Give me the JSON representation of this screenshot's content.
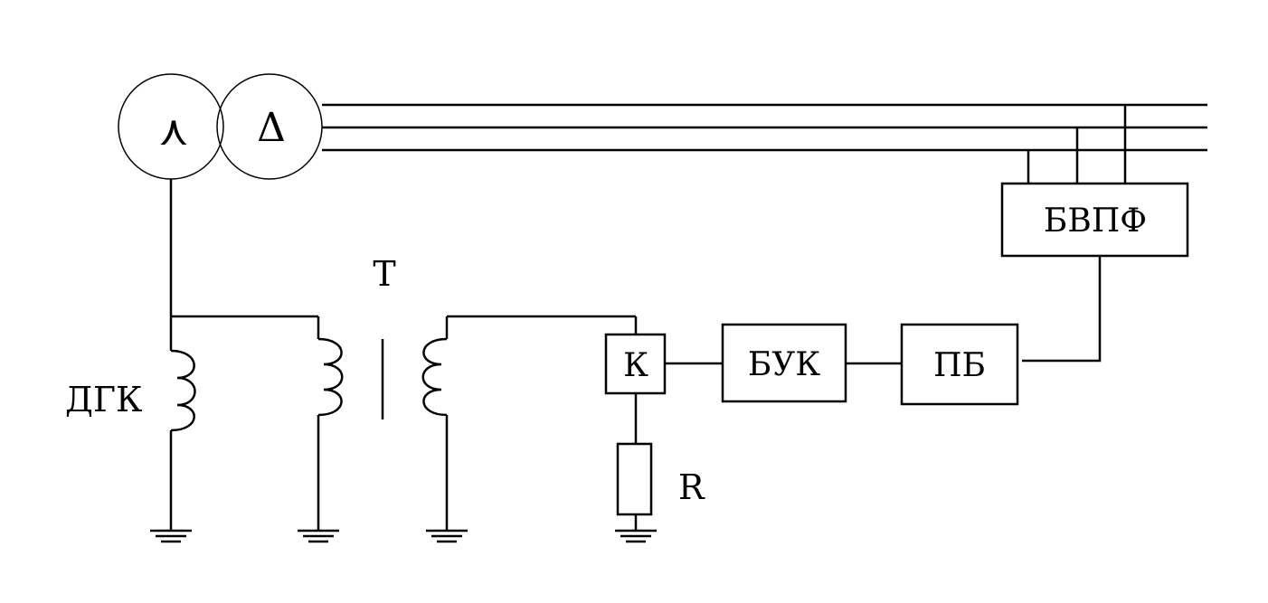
{
  "labels": {
    "star_symbol": "⋏",
    "delta_symbol": "Δ",
    "transformer": "T",
    "arc_reactor": "ДГК",
    "resistor": "R",
    "key": "К",
    "control_unit": "БУК",
    "power_unit": "ПБ",
    "zero_seq_unit": "БВПФ"
  },
  "colors": {
    "line": "#000000",
    "background": "#ffffff"
  }
}
